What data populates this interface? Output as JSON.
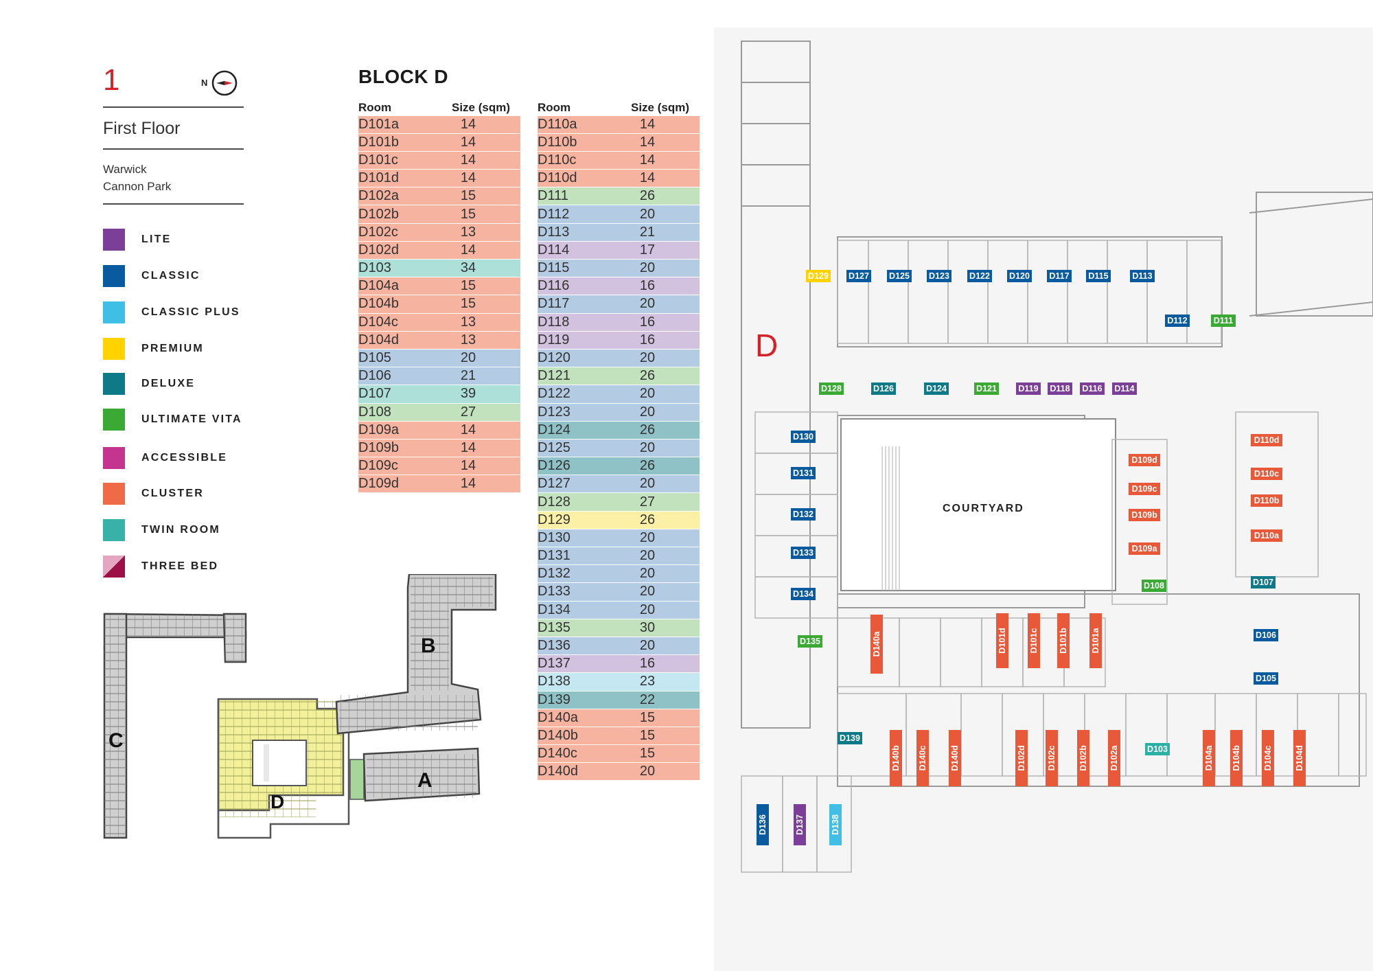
{
  "info": {
    "floor_number": "1",
    "compass_label": "N",
    "floor_name": "First Floor",
    "campus_line1": "Warwick",
    "campus_line2": "Cannon Park"
  },
  "legend": [
    {
      "label": "LITE",
      "color": "#7b3f98"
    },
    {
      "label": "CLASSIC",
      "color": "#0a5aa0"
    },
    {
      "label": "CLASSIC PLUS",
      "color": "#3fbfe6"
    },
    {
      "label": "PREMIUM",
      "color": "#ffd200"
    },
    {
      "label": "DELUXE",
      "color": "#0f7a87"
    },
    {
      "label": "ULTIMATE VITA",
      "color": "#3aaa35"
    },
    {
      "label": "ACCESSIBLE",
      "color": "#c4358f"
    },
    {
      "label": "CLUSTER",
      "color": "#ef6a47"
    },
    {
      "label": "TWIN ROOM",
      "color": "#38b2a8"
    },
    {
      "label": "THREE BED",
      "color": "#9b1045"
    }
  ],
  "table": {
    "title": "BLOCK D",
    "col_room": "Room",
    "col_size": "Size (sqm)",
    "left_rows": [
      {
        "room": "D101a",
        "size": "14",
        "type": "cluster"
      },
      {
        "room": "D101b",
        "size": "14",
        "type": "cluster"
      },
      {
        "room": "D101c",
        "size": "14",
        "type": "cluster"
      },
      {
        "room": "D101d",
        "size": "14",
        "type": "cluster"
      },
      {
        "room": "D102a",
        "size": "15",
        "type": "cluster"
      },
      {
        "room": "D102b",
        "size": "15",
        "type": "cluster"
      },
      {
        "room": "D102c",
        "size": "13",
        "type": "cluster"
      },
      {
        "room": "D102d",
        "size": "14",
        "type": "cluster"
      },
      {
        "room": "D103",
        "size": "34",
        "type": "twin"
      },
      {
        "room": "D104a",
        "size": "15",
        "type": "cluster"
      },
      {
        "room": "D104b",
        "size": "15",
        "type": "cluster"
      },
      {
        "room": "D104c",
        "size": "13",
        "type": "cluster"
      },
      {
        "room": "D104d",
        "size": "13",
        "type": "cluster"
      },
      {
        "room": "D105",
        "size": "20",
        "type": "classic"
      },
      {
        "room": "D106",
        "size": "21",
        "type": "classic"
      },
      {
        "room": "D107",
        "size": "39",
        "type": "twin"
      },
      {
        "room": "D108",
        "size": "27",
        "type": "vita"
      },
      {
        "room": "D109a",
        "size": "14",
        "type": "cluster"
      },
      {
        "room": "D109b",
        "size": "14",
        "type": "cluster"
      },
      {
        "room": "D109c",
        "size": "14",
        "type": "cluster"
      },
      {
        "room": "D109d",
        "size": "14",
        "type": "cluster"
      }
    ],
    "right_rows": [
      {
        "room": "D110a",
        "size": "14",
        "type": "cluster"
      },
      {
        "room": "D110b",
        "size": "14",
        "type": "cluster"
      },
      {
        "room": "D110c",
        "size": "14",
        "type": "cluster"
      },
      {
        "room": "D110d",
        "size": "14",
        "type": "cluster"
      },
      {
        "room": "D111",
        "size": "26",
        "type": "vita"
      },
      {
        "room": "D112",
        "size": "20",
        "type": "classic"
      },
      {
        "room": "D113",
        "size": "21",
        "type": "classic"
      },
      {
        "room": "D114",
        "size": "17",
        "type": "lite"
      },
      {
        "room": "D115",
        "size": "20",
        "type": "classic"
      },
      {
        "room": "D116",
        "size": "16",
        "type": "lite"
      },
      {
        "room": "D117",
        "size": "20",
        "type": "classic"
      },
      {
        "room": "D118",
        "size": "16",
        "type": "lite"
      },
      {
        "room": "D119",
        "size": "16",
        "type": "lite"
      },
      {
        "room": "D120",
        "size": "20",
        "type": "classic"
      },
      {
        "room": "D121",
        "size": "26",
        "type": "vita"
      },
      {
        "room": "D122",
        "size": "20",
        "type": "classic"
      },
      {
        "room": "D123",
        "size": "20",
        "type": "classic"
      },
      {
        "room": "D124",
        "size": "26",
        "type": "deluxe"
      },
      {
        "room": "D125",
        "size": "20",
        "type": "classic"
      },
      {
        "room": "D126",
        "size": "26",
        "type": "deluxe"
      },
      {
        "room": "D127",
        "size": "20",
        "type": "classic"
      },
      {
        "room": "D128",
        "size": "27",
        "type": "vita"
      },
      {
        "room": "D129",
        "size": "26",
        "type": "premium"
      },
      {
        "room": "D130",
        "size": "20",
        "type": "classic"
      },
      {
        "room": "D131",
        "size": "20",
        "type": "classic"
      },
      {
        "room": "D132",
        "size": "20",
        "type": "classic"
      },
      {
        "room": "D133",
        "size": "20",
        "type": "classic"
      },
      {
        "room": "D134",
        "size": "20",
        "type": "classic"
      },
      {
        "room": "D135",
        "size": "30",
        "type": "vita"
      },
      {
        "room": "D136",
        "size": "20",
        "type": "classic"
      },
      {
        "room": "D137",
        "size": "16",
        "type": "lite"
      },
      {
        "room": "D138",
        "size": "23",
        "type": "classicplus"
      },
      {
        "room": "D139",
        "size": "22",
        "type": "deluxe"
      },
      {
        "room": "D140a",
        "size": "15",
        "type": "cluster"
      },
      {
        "room": "D140b",
        "size": "15",
        "type": "cluster"
      },
      {
        "room": "D140c",
        "size": "15",
        "type": "cluster"
      },
      {
        "room": "D140d",
        "size": "20",
        "type": "cluster"
      }
    ],
    "row_colors": {
      "cluster": "#f5b3a0",
      "twin": "#aee0da",
      "classic": "#b3cbe3",
      "vita": "#c2e2bd",
      "lite": "#d3c1e0",
      "deluxe": "#8fc2c7",
      "premium": "#fcf0a6",
      "classicplus": "#c4e7f2"
    }
  },
  "keyplan": {
    "blocks": [
      "A",
      "B",
      "C",
      "D"
    ]
  },
  "plan": {
    "block_letter": "D",
    "courtyard_label": "COURTYARD",
    "rooms": [
      {
        "id": "D129",
        "type": "premium"
      },
      {
        "id": "D127",
        "type": "classic"
      },
      {
        "id": "D125",
        "type": "classic"
      },
      {
        "id": "D123",
        "type": "classic"
      },
      {
        "id": "D122",
        "type": "classic"
      },
      {
        "id": "D120",
        "type": "classic"
      },
      {
        "id": "D117",
        "type": "classic"
      },
      {
        "id": "D115",
        "type": "classic"
      },
      {
        "id": "D113",
        "type": "classic"
      },
      {
        "id": "D112",
        "type": "classic"
      },
      {
        "id": "D111",
        "type": "vita"
      },
      {
        "id": "D128",
        "type": "vita"
      },
      {
        "id": "D126",
        "type": "deluxe"
      },
      {
        "id": "D124",
        "type": "deluxe"
      },
      {
        "id": "D121",
        "type": "vita"
      },
      {
        "id": "D119",
        "type": "lite"
      },
      {
        "id": "D118",
        "type": "lite"
      },
      {
        "id": "D116",
        "type": "lite"
      },
      {
        "id": "D114",
        "type": "lite"
      },
      {
        "id": "D130",
        "type": "classic"
      },
      {
        "id": "D131",
        "type": "classic"
      },
      {
        "id": "D132",
        "type": "classic"
      },
      {
        "id": "D133",
        "type": "classic"
      },
      {
        "id": "D134",
        "type": "classic"
      },
      {
        "id": "D109d",
        "type": "cluster"
      },
      {
        "id": "D109c",
        "type": "cluster"
      },
      {
        "id": "D109b",
        "type": "cluster"
      },
      {
        "id": "D109a",
        "type": "cluster"
      },
      {
        "id": "D110d",
        "type": "cluster"
      },
      {
        "id": "D110c",
        "type": "cluster"
      },
      {
        "id": "D110b",
        "type": "cluster"
      },
      {
        "id": "D110a",
        "type": "cluster"
      },
      {
        "id": "D108",
        "type": "vita"
      },
      {
        "id": "D107",
        "type": "deluxe"
      },
      {
        "id": "D106",
        "type": "classic"
      },
      {
        "id": "D105",
        "type": "classic"
      },
      {
        "id": "D135",
        "type": "vita"
      },
      {
        "id": "D139",
        "type": "deluxe"
      },
      {
        "id": "D103",
        "type": "twin"
      },
      {
        "id": "D140a",
        "type": "cluster"
      },
      {
        "id": "D101d",
        "type": "cluster"
      },
      {
        "id": "D101c",
        "type": "cluster"
      },
      {
        "id": "D101b",
        "type": "cluster"
      },
      {
        "id": "D101a",
        "type": "cluster"
      },
      {
        "id": "D140b",
        "type": "cluster"
      },
      {
        "id": "D140c",
        "type": "cluster"
      },
      {
        "id": "D140d",
        "type": "cluster"
      },
      {
        "id": "D102d",
        "type": "cluster"
      },
      {
        "id": "D102c",
        "type": "cluster"
      },
      {
        "id": "D102b",
        "type": "cluster"
      },
      {
        "id": "D102a",
        "type": "cluster"
      },
      {
        "id": "D104a",
        "type": "cluster"
      },
      {
        "id": "D104b",
        "type": "cluster"
      },
      {
        "id": "D104c",
        "type": "cluster"
      },
      {
        "id": "D104d",
        "type": "cluster"
      },
      {
        "id": "D136",
        "type": "classic"
      },
      {
        "id": "D137",
        "type": "lite"
      },
      {
        "id": "D138",
        "type": "classicplus"
      }
    ],
    "tag_colors": {
      "cluster": "#e8593a",
      "classic": "#0a5aa0",
      "vita": "#3aaa35",
      "lite": "#7b3f98",
      "deluxe": "#0f7a87",
      "premium": "#ffd200",
      "classicplus": "#3fbfe6",
      "twin": "#2bb0a6"
    }
  }
}
